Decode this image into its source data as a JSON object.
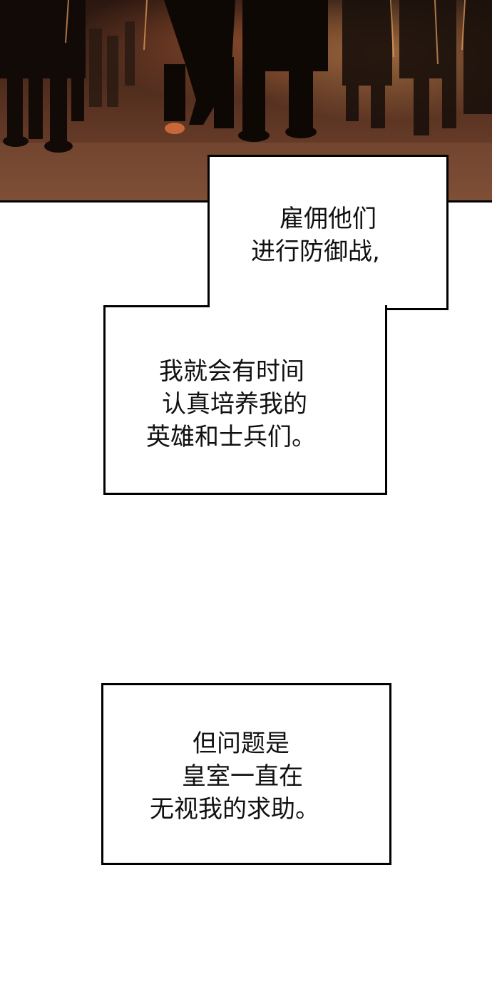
{
  "captions": [
    {
      "lines": [
        "雇佣他们",
        "进行防御战,"
      ]
    },
    {
      "lines": [
        "我就会有时间",
        "认真培养我的",
        "英雄和士兵们。"
      ]
    },
    {
      "lines": [
        "但问题是",
        "皇室一直在",
        "无视我的求助。"
      ]
    }
  ],
  "art": {
    "scene": "night-march-soldiers-horses",
    "palette": {
      "dark": "#140c08",
      "mid": "#5a3322",
      "ember": "#c8683a",
      "glow": "#e9a25e"
    }
  }
}
